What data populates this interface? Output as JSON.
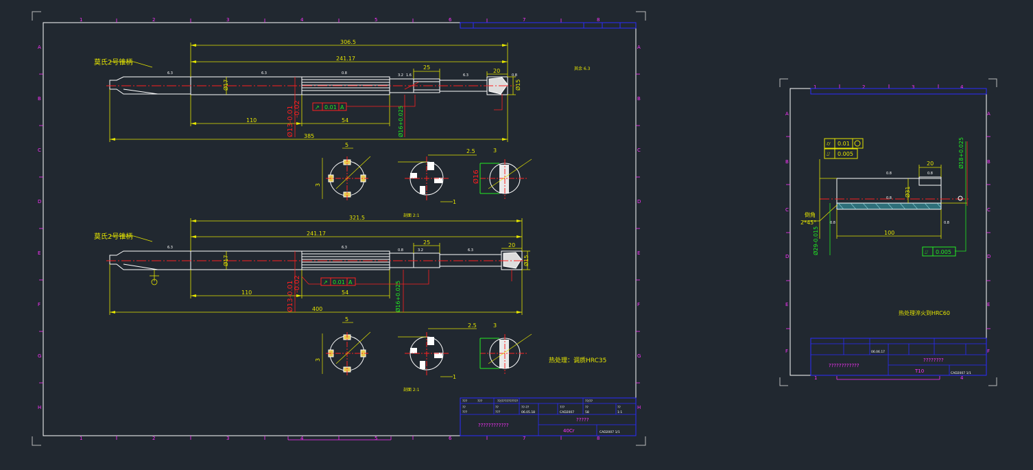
{
  "colors": {
    "background": "#212830",
    "frame": "#ffffff",
    "dimension": "#e6e600",
    "centerline": "#ff2020",
    "zone_marks": "#ff33ff",
    "title_block": "#2b2bff",
    "tolerance": "#22ee22"
  },
  "sheet1": {
    "cols": [
      "1",
      "2",
      "3",
      "4",
      "5",
      "6",
      "7",
      "8"
    ],
    "rows": [
      "A",
      "B",
      "C",
      "D",
      "E",
      "F",
      "G",
      "H"
    ],
    "part1": {
      "taper_label": "莫氏2号锥柄",
      "dims": {
        "overall_top": "306.5",
        "spline_span": "241.17",
        "d25": "25",
        "d20": "20",
        "d110": "110",
        "d54": "54",
        "overall_bottom": "385",
        "d17": "Ø17",
        "d15": "Ø15",
        "d16": "Ø16",
        "d16_tol": "Ø16+0.025",
        "d13": "Ø13-0.01",
        "d13_lo": "-0.02"
      },
      "tolerance": {
        "symbol": "↗",
        "value": "0.01",
        "datum": "A"
      },
      "rough": [
        "6.3",
        "6.3",
        "0.8",
        "3.2",
        "1.6",
        "6.3",
        "0.8"
      ]
    },
    "part2": {
      "taper_label": "莫氏2号锥柄",
      "dims": {
        "overall_top": "321.5",
        "spline_span": "241.17",
        "d25": "25",
        "d20": "20",
        "d110": "110",
        "d54": "54",
        "overall_bottom": "400",
        "d17": "Ø17",
        "d15": "Ø15",
        "d16_tol": "Ø16+0.025",
        "d13": "Ø13-0.01",
        "d13_lo": "-0.02"
      },
      "tolerance": {
        "symbol": "↗",
        "value": "0.01",
        "datum": "A"
      }
    },
    "section_dims": {
      "w5": "5",
      "d25": "2.5",
      "d3": "3",
      "d1": "1",
      "d3v": "3"
    },
    "scale_note_1": "剖面 2:1",
    "scale_note_2": "剖面 2:1",
    "heat_treat": "热处理：调质HRC35",
    "other_note": "其余 6.3",
    "title_block": {
      "header": [
        "???",
        "???",
        "??/??????????",
        "??/??"
      ],
      "row1": [
        "??",
        "??",
        "??-??",
        "???",
        "??",
        "??"
      ],
      "row2": [
        "???",
        "???",
        "06.05.18",
        "CAD2007",
        "58",
        "1:1"
      ],
      "org": "????????????",
      "name": "?????",
      "material": "40Cr",
      "code": "CAD2007 1/1"
    }
  },
  "sheet2": {
    "cols": [
      "1",
      "2",
      "3",
      "4"
    ],
    "rows": [
      "A",
      "B",
      "C",
      "D",
      "E",
      "F"
    ],
    "tol1": {
      "value": "0.01"
    },
    "tol2": {
      "value": "0.005"
    },
    "tol3": {
      "value": "0.005"
    },
    "dims": {
      "d20": "20",
      "d100": "100",
      "d31": "Ø31",
      "d18": "Ø18+0.025",
      "d29": "Ø29-0.015"
    },
    "chamfer": "倒角",
    "chamfer_val": "2*45°",
    "rough": [
      "0.8",
      "0.8",
      "0.8",
      "0.8",
      "0.8"
    ],
    "heat_treat": "热处理淬火到HRC60",
    "title_block": {
      "org": "????????????",
      "name": "????????",
      "material": "T10",
      "code": "CAD2007 1/1",
      "date": "06.06.17"
    }
  }
}
